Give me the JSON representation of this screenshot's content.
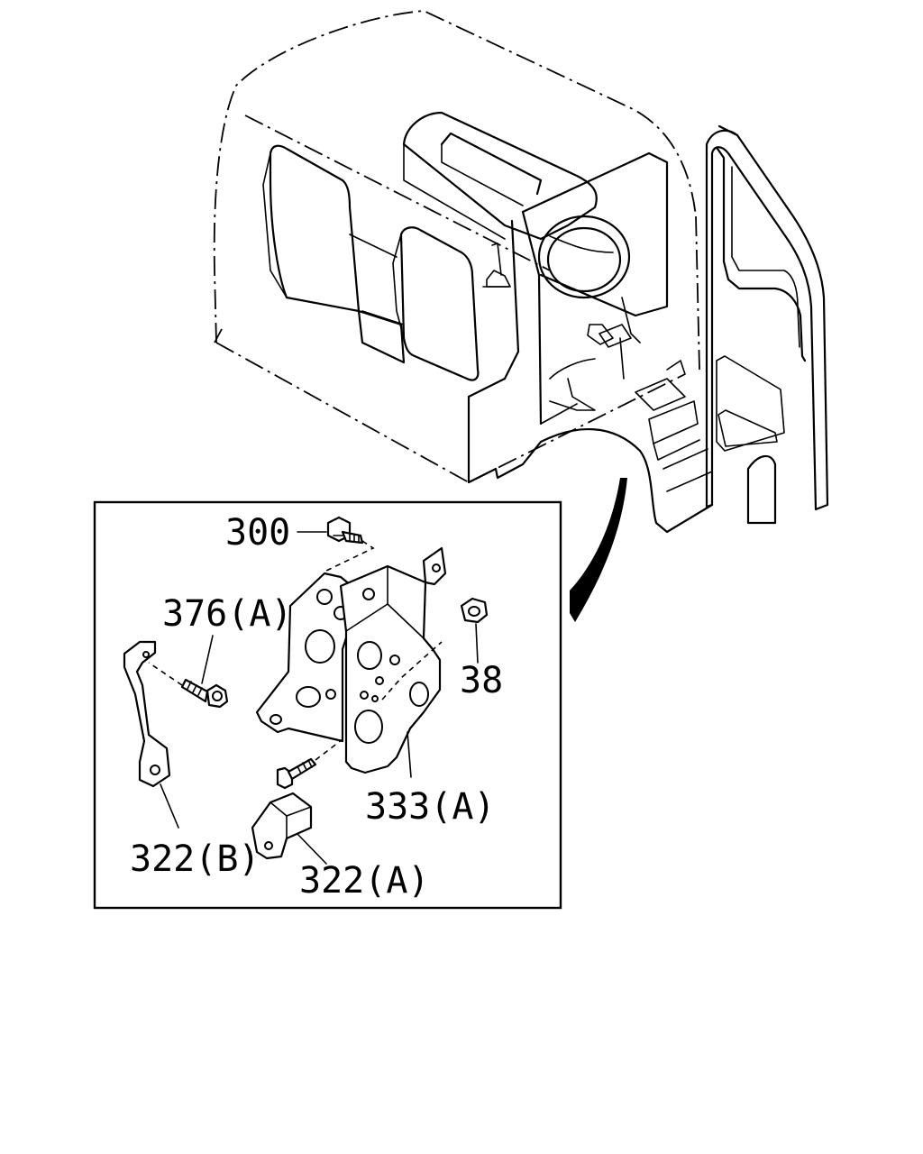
{
  "labels": {
    "p300": "300",
    "p376a": "376(A)",
    "p38": "38",
    "p333a": "333(A)",
    "p322b": "322(B)",
    "p322a": "322(A)"
  }
}
